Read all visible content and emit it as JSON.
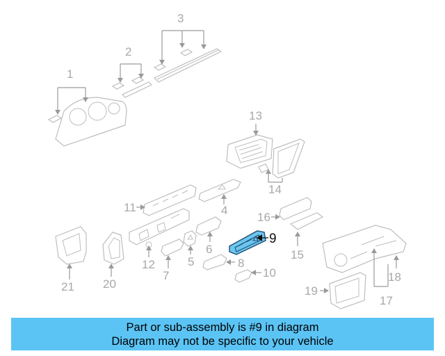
{
  "callouts": {
    "n1": "1",
    "n2": "2",
    "n3": "3",
    "n4": "4",
    "n5": "5",
    "n6": "6",
    "n7": "7",
    "n8": "8",
    "n9": "9",
    "n10": "10",
    "n11": "11",
    "n12": "12",
    "n13": "13",
    "n14": "14",
    "n15": "15",
    "n16": "16",
    "n17": "17",
    "n18": "18",
    "n19": "19",
    "n20": "20",
    "n21": "21"
  },
  "highlighted_part": "9",
  "colors": {
    "highlight_fill": "#6ec6f0",
    "banner": "#5bc4f5",
    "parts": "#bdbdbd"
  },
  "banner": {
    "line1": "Part or sub-assembly is #9 in diagram",
    "line2": "Diagram may not be specific to your vehicle"
  }
}
